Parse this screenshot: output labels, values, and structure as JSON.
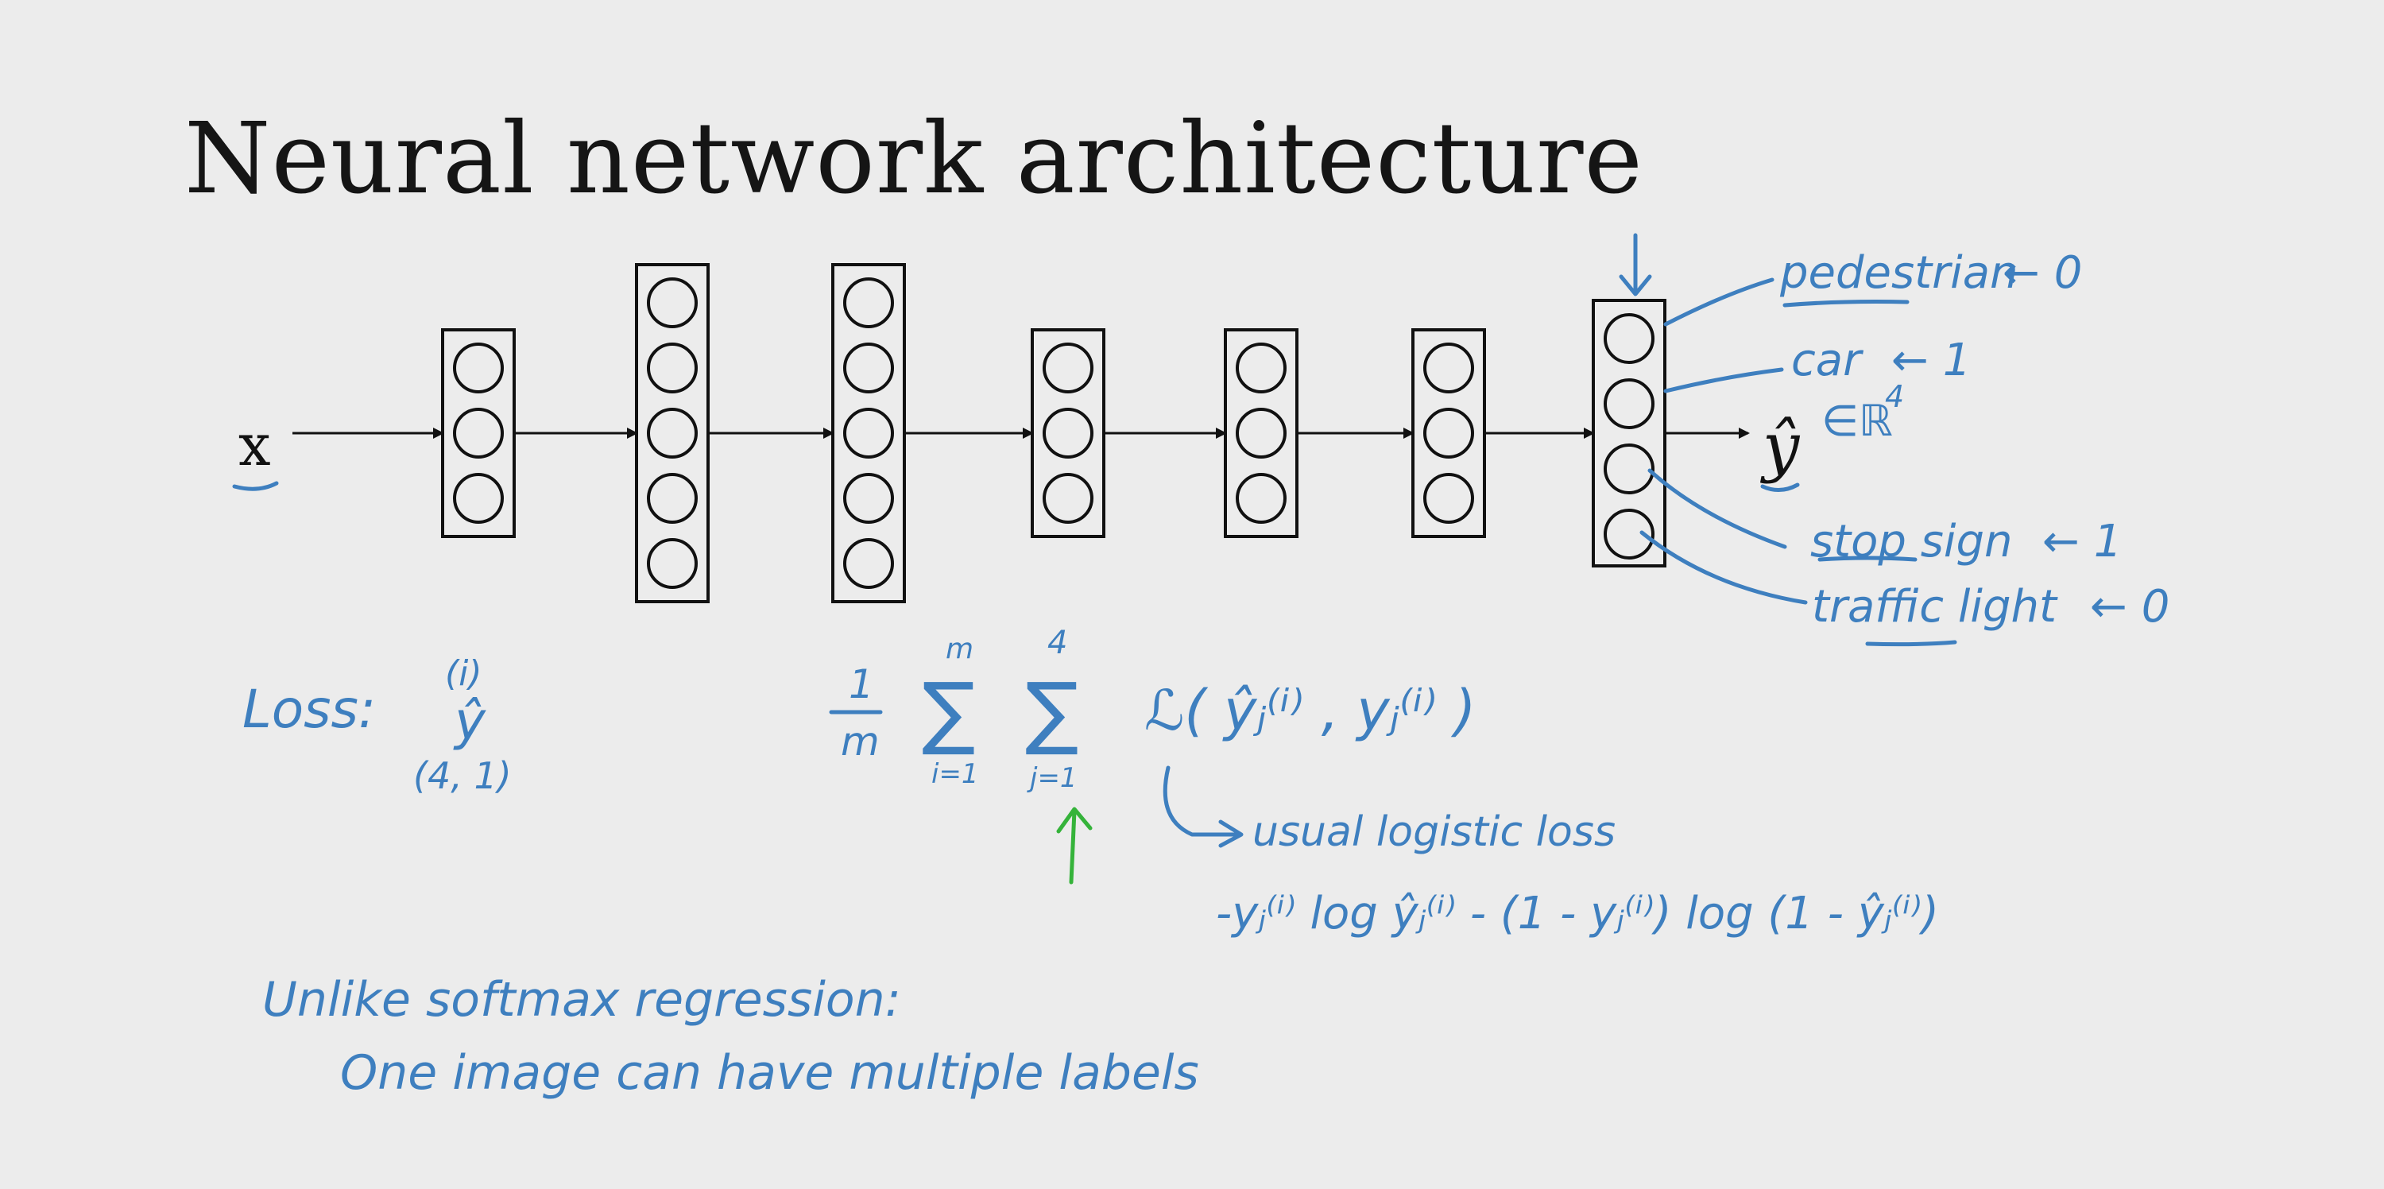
{
  "slide": {
    "title": "Neural network architecture"
  },
  "network": {
    "input_label": "x",
    "output_label": "ŷ",
    "output_space": "∈ℝ",
    "output_space_exp": "4",
    "layer_sizes": [
      3,
      5,
      5,
      3,
      3,
      3,
      4
    ]
  },
  "labels": [
    {
      "text": "pedestrian",
      "target": "← 0"
    },
    {
      "text": "car",
      "target": "← 1"
    },
    {
      "text": "stop sign",
      "target": "← 1"
    },
    {
      "text": "traffic light",
      "target": "← 0"
    }
  ],
  "loss": {
    "label": "Loss:",
    "yhat": "ŷ",
    "superscript": "(i)",
    "shape": "(4, 1)",
    "formula_frac_num": "1",
    "formula_frac_den": "m",
    "sum1_top": "m",
    "sum1_bottom": "i=1",
    "sum2_top": "4",
    "sum2_bottom": "j=1",
    "formula_body": "ℒ( ŷⱼ⁽ⁱ⁾ , yⱼ⁽ⁱ⁾ )",
    "note": "usual logistic loss",
    "logistic_expr": "-yⱼ⁽ⁱ⁾ log ŷⱼ⁽ⁱ⁾ - (1 - yⱼ⁽ⁱ⁾) log (1 - ŷⱼ⁽ⁱ⁾)"
  },
  "notes": {
    "line1": "Unlike softmax regression:",
    "line2": "One image can have multiple labels"
  },
  "colors": {
    "ink_blue": "#3e7fbf",
    "ink_green": "#35b33a",
    "background": "#ececec",
    "diagram": "#111111"
  }
}
